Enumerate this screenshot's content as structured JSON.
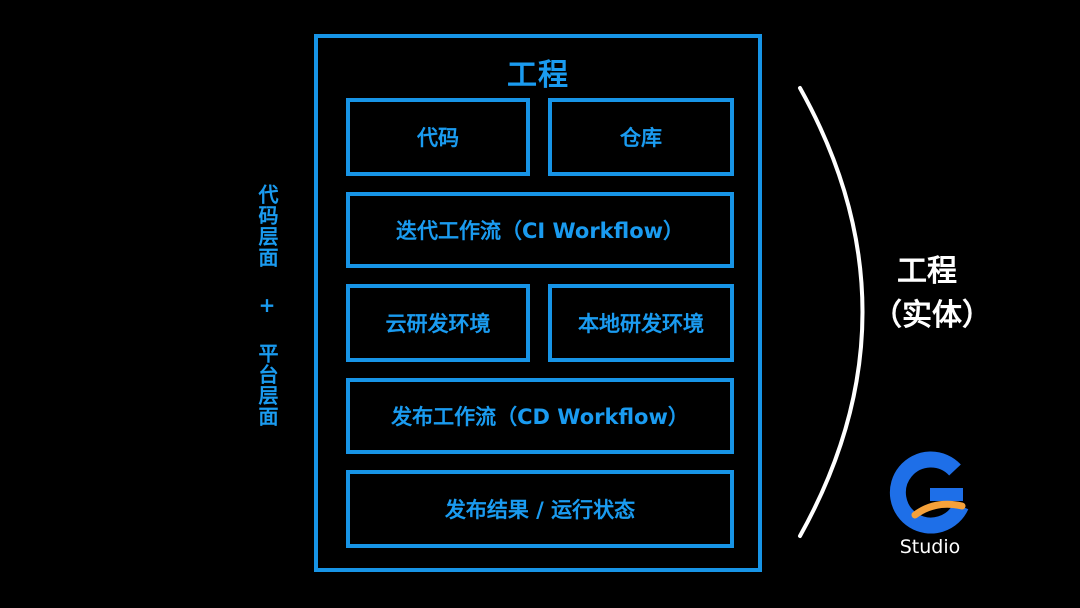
{
  "diagram": {
    "title": "工程",
    "boxes": {
      "code": "代码",
      "repo": "仓库",
      "ci": "迭代工作流（CI Workflow）",
      "cloud_env": "云研发环境",
      "local_env": "本地研发环境",
      "cd": "发布工作流（CD Workflow）",
      "result": "发布结果 / 运行状态"
    },
    "left_label": "代码层面 + 平台层面",
    "right_label_line1": "工程",
    "right_label_line2": "（实体）"
  },
  "logo": {
    "text": "Studio",
    "icon": "g-studio-logo-icon"
  },
  "colors": {
    "background": "#000000",
    "accent_blue": "#1794e6",
    "text_white": "#ffffff",
    "logo_blue": "#1e6fe8",
    "logo_orange": "#f5a13a"
  }
}
